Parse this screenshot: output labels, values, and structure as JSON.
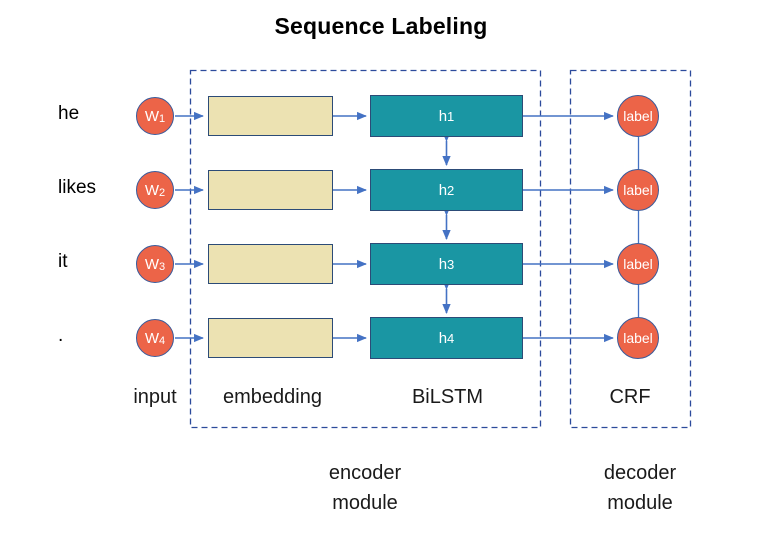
{
  "title": "Sequence Labeling",
  "colors": {
    "word_node_fill": "#ec6448",
    "embedding_fill": "#ece2b2",
    "lstm_fill": "#1a96a3",
    "arrow": "#4472c4",
    "dashed_border": "#2c4b9c",
    "box_border": "#2c4b77",
    "text": "#000000"
  },
  "rows": [
    {
      "word": "he",
      "token": "W",
      "token_index": "1",
      "hidden": "h",
      "hidden_index": "1",
      "label": "label"
    },
    {
      "word": "likes",
      "token": "W",
      "token_index": "2",
      "hidden": "h",
      "hidden_index": "2",
      "label": "label"
    },
    {
      "word": "it",
      "token": "W",
      "token_index": "3",
      "hidden": "h",
      "hidden_index": "3",
      "label": "label"
    },
    {
      "word": ".",
      "token": "W",
      "token_index": "4",
      "hidden": "h",
      "hidden_index": "4",
      "label": "label"
    }
  ],
  "column_captions": {
    "input": "input",
    "embedding": "embedding",
    "bilstm": "BiLSTM",
    "crf": "CRF"
  },
  "module_captions": {
    "encoder_line1": "encoder",
    "encoder_line2": "module",
    "decoder_line1": "decoder",
    "decoder_line2": "module"
  }
}
